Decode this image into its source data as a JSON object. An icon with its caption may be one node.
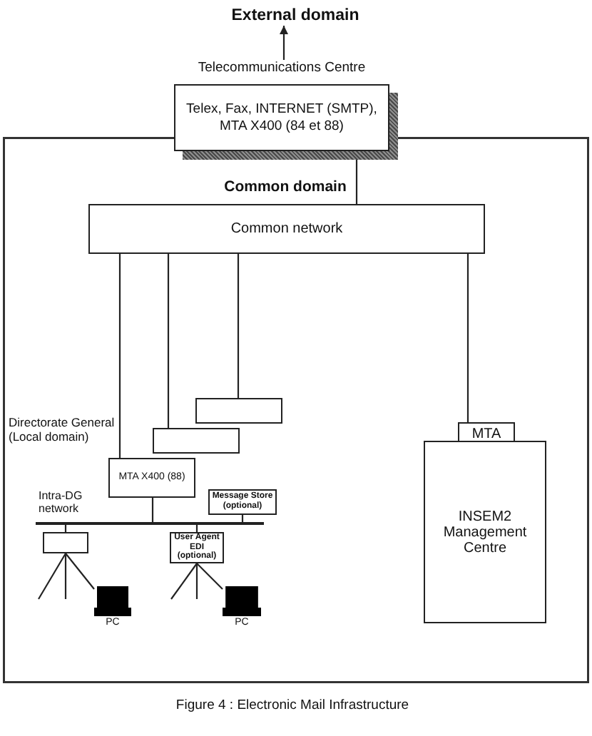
{
  "diagram": {
    "caption": "Figure 4 : Electronic Mail Infrastructure",
    "nodes": [
      {
        "text": [
          "External domain"
        ]
      },
      {
        "text": [
          "Telecommunications Centre",
          "Telex, Fax, INTERNET (SMTP), MTA X400 (84 et 88)"
        ]
      },
      {
        "text": [
          "Common domain"
        ]
      },
      {
        "text": [
          "Common network"
        ],
        "in": 2
      },
      {
        "text": [],
        "shape": "box",
        "in": 2
      },
      {
        "text": [],
        "shape": "box",
        "in": 2
      },
      {
        "text": [
          "MTA X400 (88)"
        ],
        "in": 2
      },
      {
        "text": [],
        "shape": "bar",
        "in": 2
      },
      {
        "text": [
          "Message Store (optional)"
        ],
        "in": 2
      },
      {
        "text": [],
        "shape": "box",
        "in": 2
      },
      {
        "text": [
          "User Agent EDI (optional)"
        ],
        "in": 2
      },
      {
        "text": [
          "PC"
        ],
        "in": 2
      },
      {
        "text": [
          "PC"
        ],
        "in": 2
      },
      {
        "text": [
          "MTA"
        ],
        "in": 2
      },
      {
        "text": [
          "INSEM2 Management Centre"
        ],
        "in": 2
      }
    ],
    "edges": [
      {
        "from": 1,
        "to": 0,
        "arrow": "to"
      },
      {
        "from": 1,
        "to": 3,
        "arrow": "none"
      },
      {
        "from": 3,
        "to": 6,
        "arrow": "none"
      },
      {
        "from": 3,
        "to": 5,
        "arrow": "none"
      },
      {
        "from": 3,
        "to": 4,
        "arrow": "none"
      },
      {
        "from": 3,
        "to": 13,
        "arrow": "none"
      },
      {
        "from": 6,
        "to": 7,
        "arrow": "none"
      },
      {
        "from": 8,
        "to": 7,
        "arrow": "none"
      },
      {
        "from": 7,
        "to": 9,
        "arrow": "none"
      },
      {
        "from": 7,
        "to": 10,
        "arrow": "none"
      },
      {
        "from": 9,
        "to": null,
        "arrow": "none"
      },
      {
        "from": 9,
        "to": null,
        "arrow": "none"
      },
      {
        "from": 9,
        "to": 11,
        "arrow": "none"
      },
      {
        "from": 10,
        "to": null,
        "arrow": "none"
      },
      {
        "from": 10,
        "to": null,
        "arrow": "none"
      },
      {
        "from": 10,
        "to": 12,
        "arrow": "none"
      }
    ],
    "labels": [
      "Directorate General (Local domain)",
      "Intra-DG network"
    ]
  }
}
